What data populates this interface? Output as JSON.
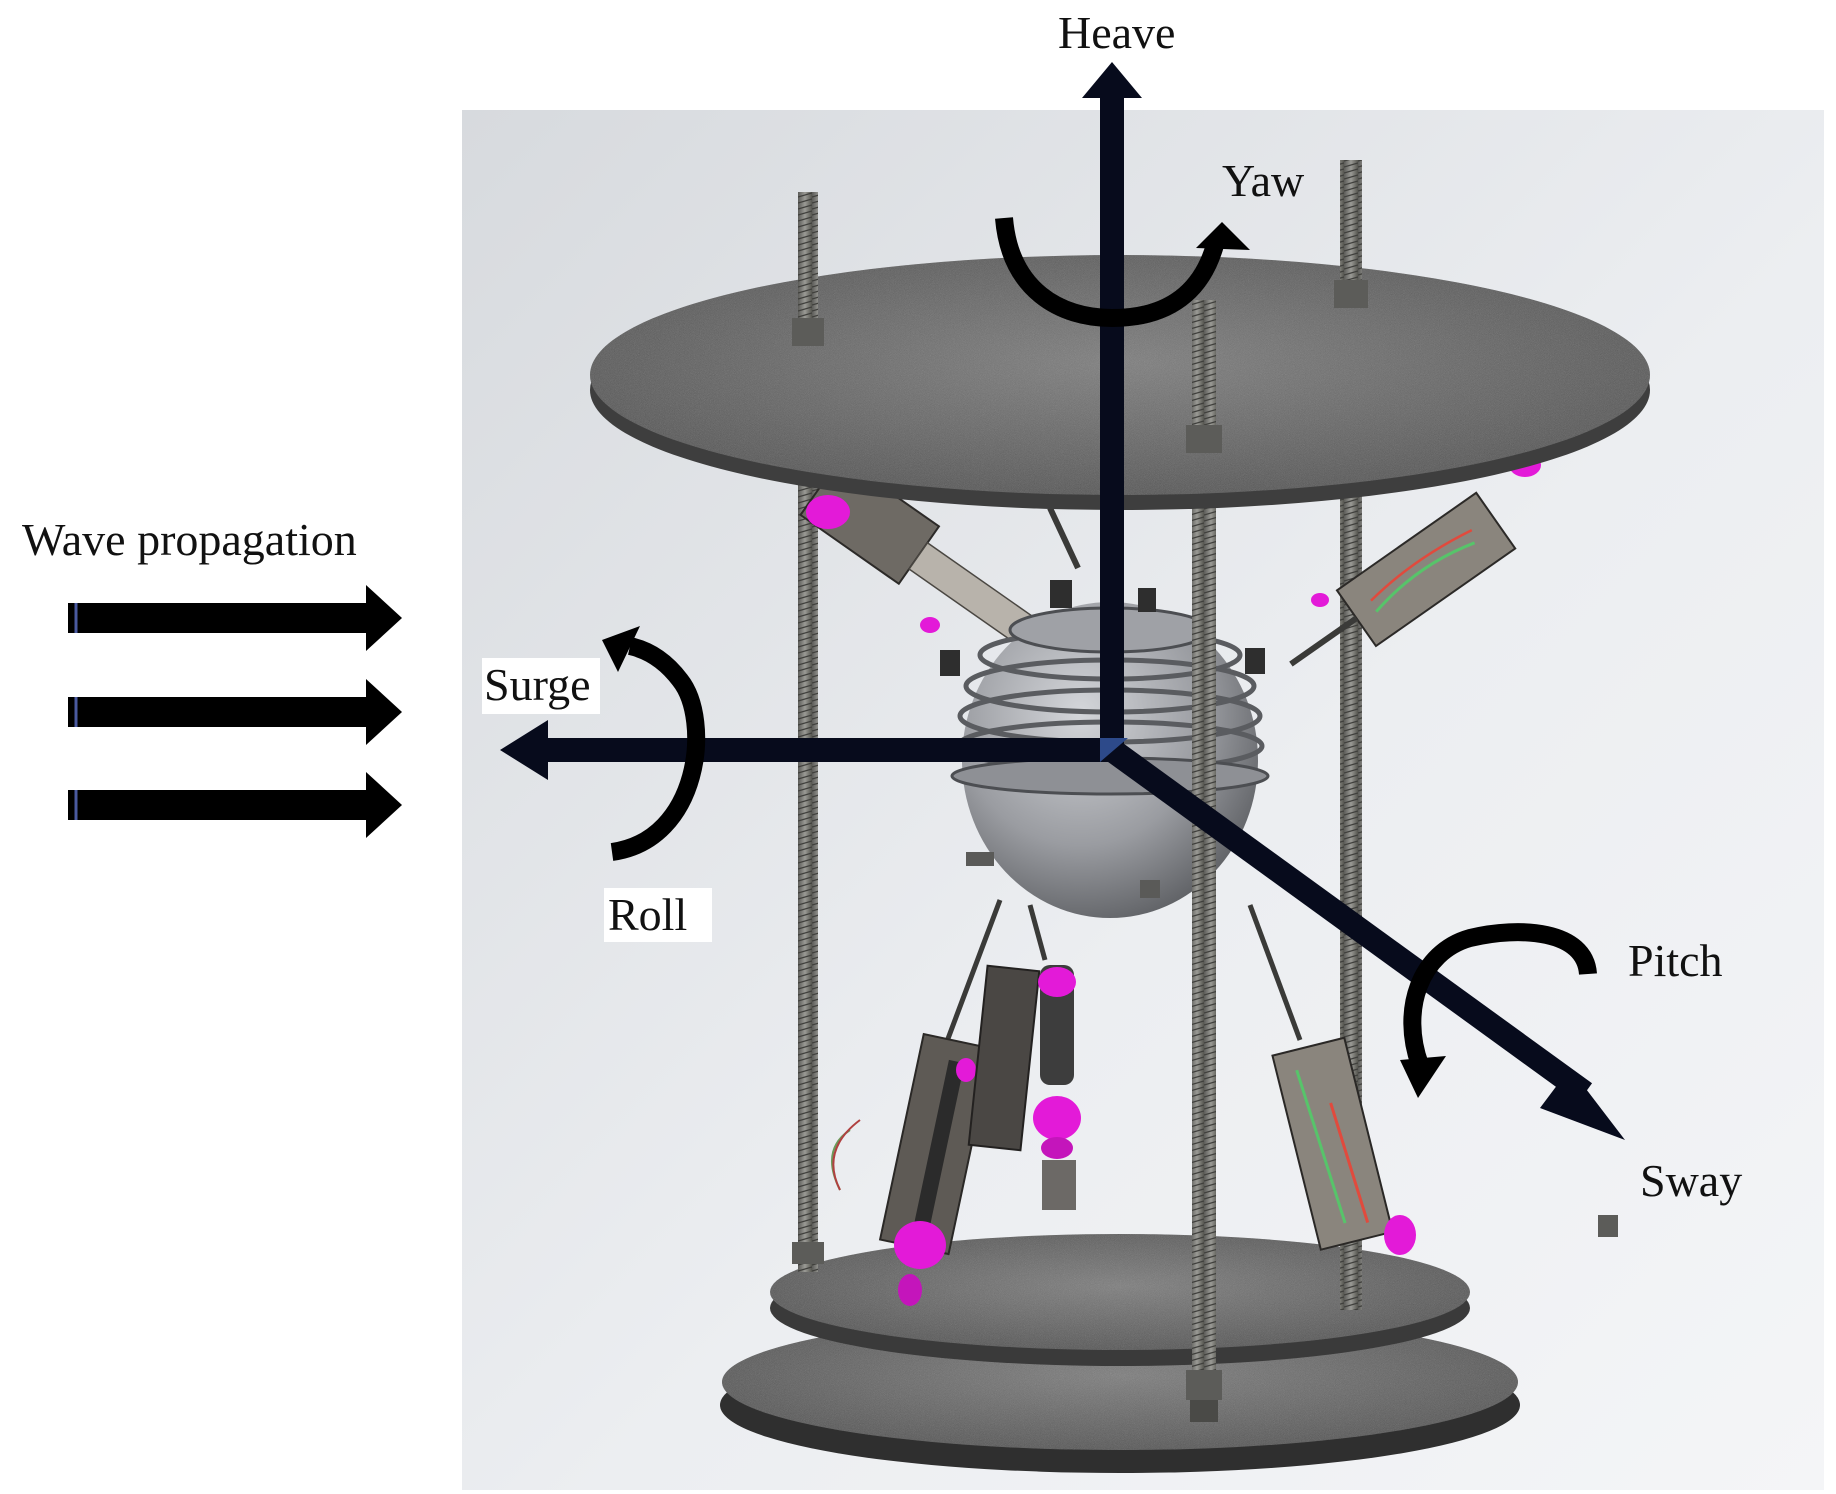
{
  "labels": {
    "heave": "Heave",
    "yaw": "Yaw",
    "wave_propagation": "Wave propagation",
    "surge": "Surge",
    "roll": "Roll",
    "pitch": "Pitch",
    "sway": "Sway"
  },
  "colors": {
    "axis_arrows": "#070b1c",
    "motion_arrows": "#000000",
    "backdrop": "#e4e6ea",
    "plate": "#6b6b6b",
    "rod": "#7a7a76",
    "actuator_joint": "#e31ad8",
    "buoy": "#a7a9ad"
  },
  "icons": {
    "wave": "arrow-right-icon",
    "heave": "arrow-up-icon",
    "surge": "arrow-left-icon",
    "sway": "arrow-diagonal-down-right-icon",
    "yaw": "curved-rotation-arrow-icon",
    "roll": "curved-rotation-arrow-icon",
    "pitch": "curved-rotation-arrow-icon"
  }
}
